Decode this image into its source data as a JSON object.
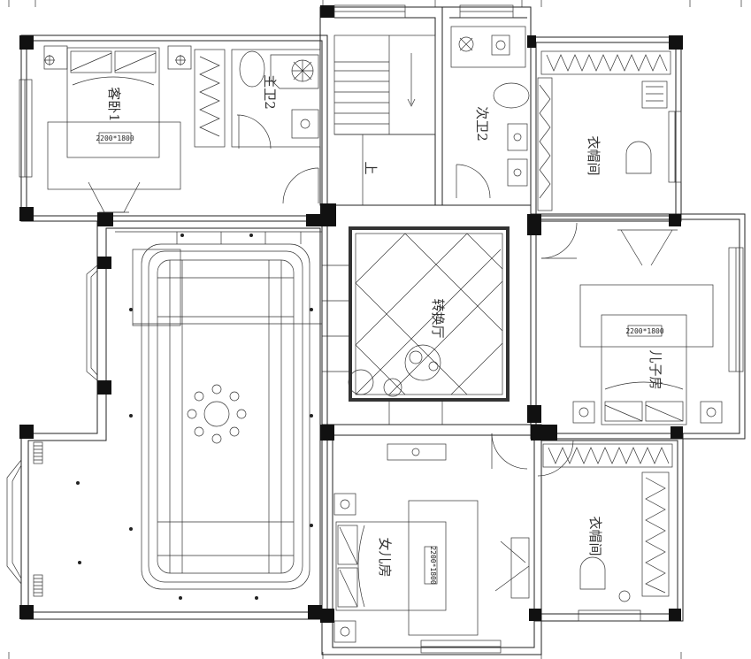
{
  "drawing": {
    "background": "#ffffff",
    "line_color": "#222222",
    "rooms": {
      "guest_bedroom_1": "客卧1",
      "master_bath_2": "主卫2",
      "second_bath_2": "次卫2",
      "closet_top_right": "衣帽间",
      "transition_hall": "转换厅",
      "son_room": "儿子房",
      "daughter_room": "女儿房",
      "closet_bottom_right": "衣帽间"
    },
    "stair_label": "上",
    "bed_dims": {
      "guest": "2200*1800",
      "son": "2200*1800",
      "daughter": "2200*1800"
    }
  }
}
